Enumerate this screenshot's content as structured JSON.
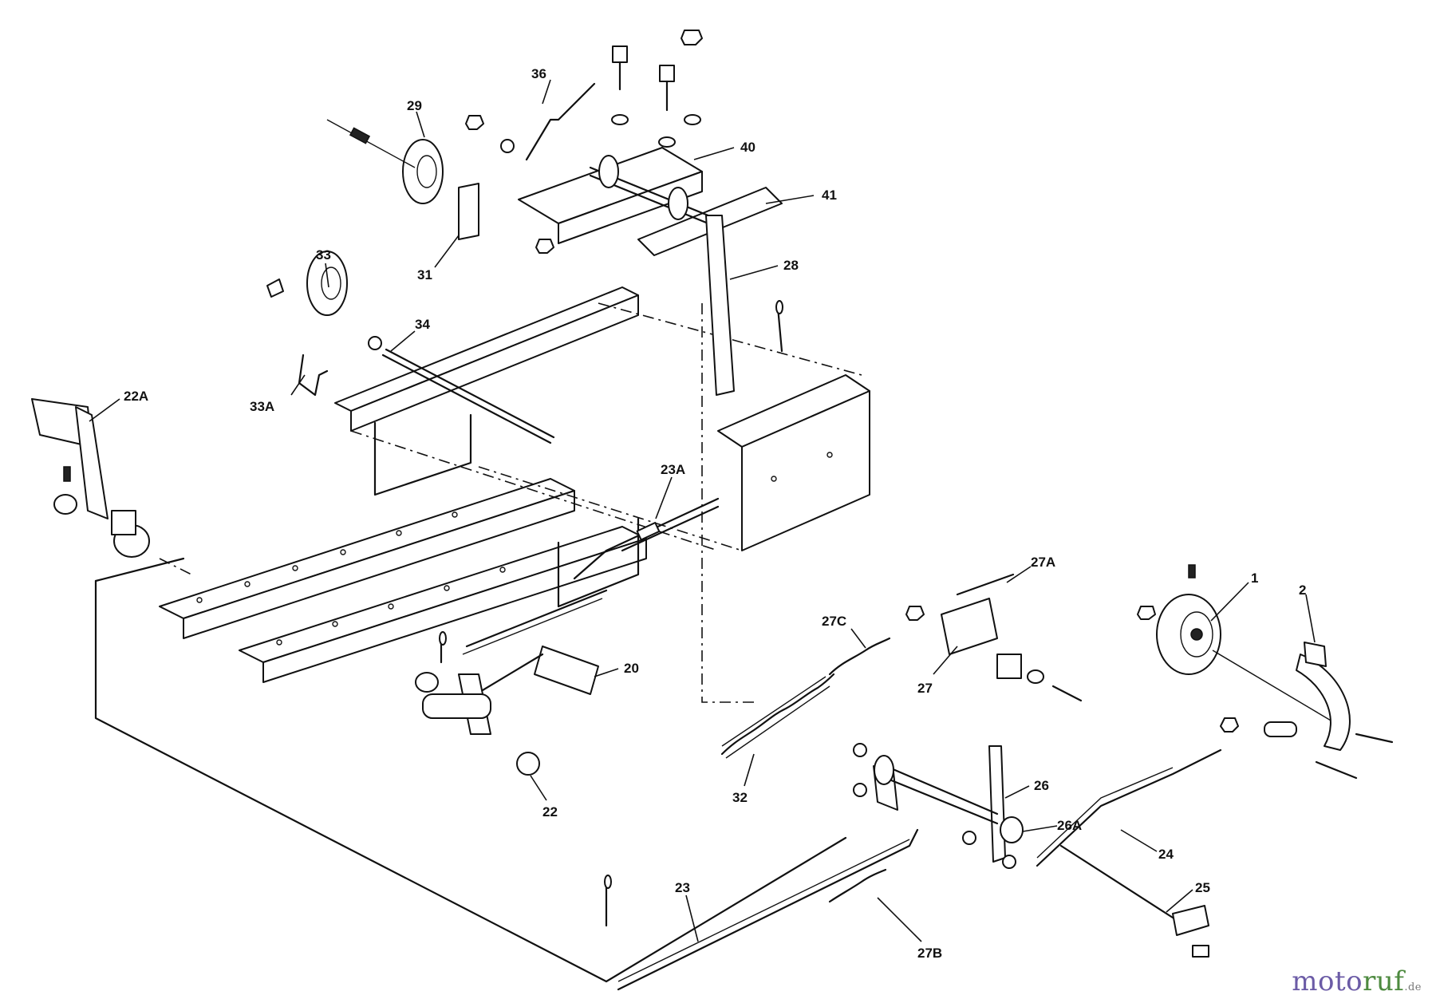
{
  "labels": [
    "36",
    "29",
    "40",
    "41",
    "31",
    "28",
    "33",
    "34",
    "33A",
    "22A",
    "23A",
    "27A",
    "1",
    "2",
    "27C",
    "20",
    "27",
    "22",
    "32",
    "26",
    "26A",
    "24",
    "25",
    "23",
    "27B"
  ],
  "watermark": {
    "part1": "moto",
    "part2": "ruf",
    "part3": ".de"
  }
}
